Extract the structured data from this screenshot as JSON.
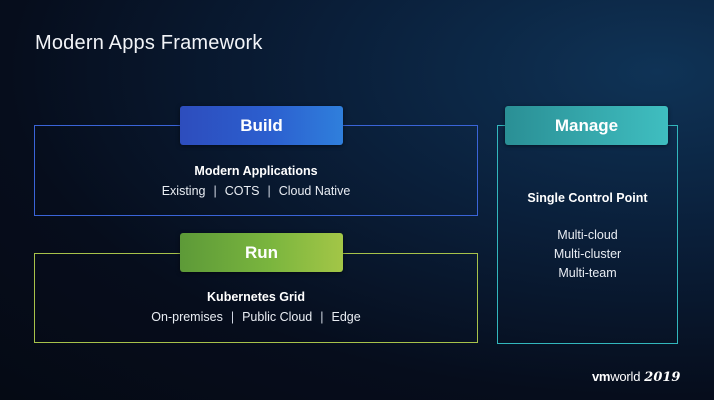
{
  "slide": {
    "title": "Modern Apps Framework"
  },
  "build": {
    "label": "Build",
    "heading": "Modern Applications",
    "items": [
      "Existing",
      "COTS",
      "Cloud Native"
    ]
  },
  "run": {
    "label": "Run",
    "heading": "Kubernetes Grid",
    "items": [
      "On-premises",
      "Public Cloud",
      "Edge"
    ]
  },
  "manage": {
    "label": "Manage",
    "heading": "Single Control Point",
    "items": [
      "Multi-cloud",
      "Multi-cluster",
      "Multi-team"
    ]
  },
  "logo": {
    "vm": "vm",
    "world": "world",
    "year": "2019"
  },
  "separator": "|",
  "colors": {
    "build": "#2c5fcf",
    "run": "#7ab53e",
    "manage": "#36a9ad",
    "background": "#07152a"
  }
}
